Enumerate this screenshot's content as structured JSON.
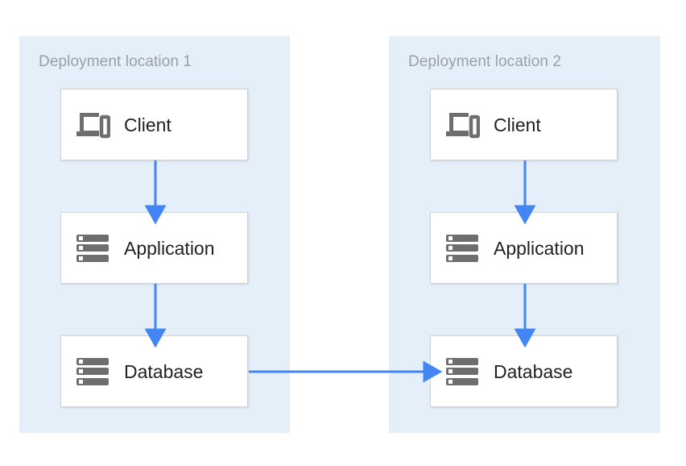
{
  "diagram": {
    "type": "architecture-flow",
    "background_color": "#FFFFFF",
    "zone_color": "#E4EFFA",
    "connector_color": "#4285F4",
    "icon_color": "#6E6E6E",
    "label_color": "#202124",
    "zone_title_color": "#9AA0A6",
    "zones": [
      {
        "id": "zone-1",
        "title": "Deployment location 1",
        "nodes": [
          {
            "id": "client-1",
            "label": "Client",
            "icon": "devices-icon"
          },
          {
            "id": "application-1",
            "label": "Application",
            "icon": "server-icon"
          },
          {
            "id": "database-1",
            "label": "Database",
            "icon": "server-icon"
          }
        ]
      },
      {
        "id": "zone-2",
        "title": "Deployment location 2",
        "nodes": [
          {
            "id": "client-2",
            "label": "Client",
            "icon": "devices-icon"
          },
          {
            "id": "application-2",
            "label": "Application",
            "icon": "server-icon"
          },
          {
            "id": "database-2",
            "label": "Database",
            "icon": "server-icon"
          }
        ]
      }
    ],
    "connectors": [
      {
        "id": "client-1-to-application-1",
        "from": "client-1",
        "to": "application-1",
        "direction": "down"
      },
      {
        "id": "application-1-to-database-1",
        "from": "application-1",
        "to": "database-1",
        "direction": "down"
      },
      {
        "id": "client-2-to-application-2",
        "from": "client-2",
        "to": "application-2",
        "direction": "down"
      },
      {
        "id": "application-2-to-database-2",
        "from": "application-2",
        "to": "database-2",
        "direction": "down"
      },
      {
        "id": "database-1-to-database-2",
        "from": "database-1",
        "to": "database-2",
        "direction": "right"
      }
    ]
  }
}
